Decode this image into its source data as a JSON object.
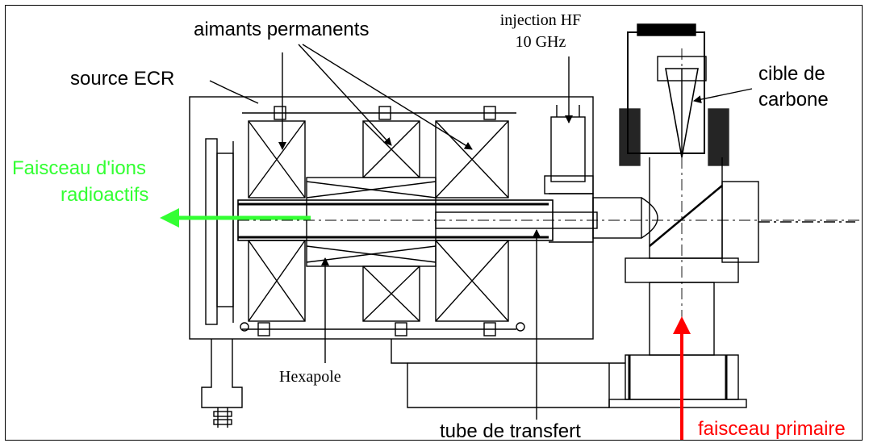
{
  "labels": {
    "aimants": "aimants permanents",
    "injection_1": "injection HF",
    "injection_2": "10 GHz",
    "source": "source ECR",
    "cible_1": "cible de",
    "cible_2": "carbone",
    "faisceau_ions_1": "Faisceau d'ions",
    "faisceau_ions_2": "radioactifs",
    "hexapole": "Hexapole",
    "tube": "tube de transfert",
    "faisceau_primaire": "faisceau primaire"
  },
  "colors": {
    "ion_beam": "#33ff33",
    "primary_beam": "#ff0000",
    "line": "#000000"
  }
}
